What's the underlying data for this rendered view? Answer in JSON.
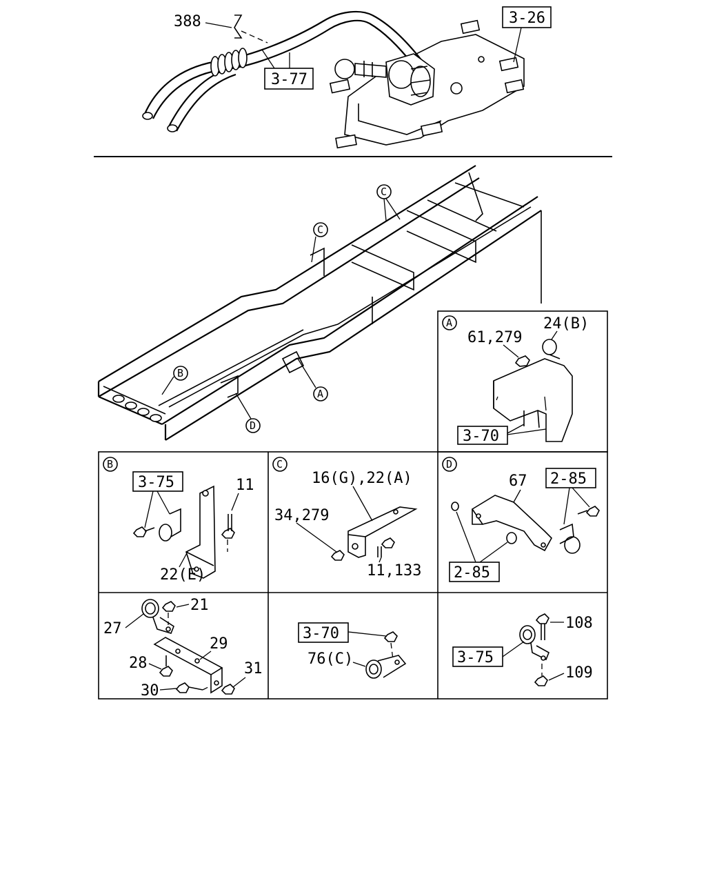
{
  "top": {
    "labels": [
      "388",
      "3-77",
      "3-26"
    ]
  },
  "frame": {
    "callouts": [
      "C",
      "C",
      "B",
      "A",
      "D"
    ]
  },
  "panels": {
    "A": {
      "letter": "A",
      "labels": [
        "61,279",
        "24(B)",
        "3-70"
      ]
    },
    "B": {
      "letter": "B",
      "labels": [
        "3-75",
        "11",
        "22(E)"
      ]
    },
    "C": {
      "letter": "C",
      "labels": [
        "16(G),22(A)",
        "34,279",
        "11,133"
      ]
    },
    "D": {
      "letter": "D",
      "labels": [
        "67",
        "2-85",
        "2-85"
      ]
    },
    "E": {
      "labels": [
        "21",
        "27",
        "29",
        "28",
        "31",
        "30"
      ]
    },
    "F": {
      "labels": [
        "3-70",
        "76(C)"
      ]
    },
    "G": {
      "labels": [
        "108",
        "3-75",
        "109"
      ]
    }
  }
}
